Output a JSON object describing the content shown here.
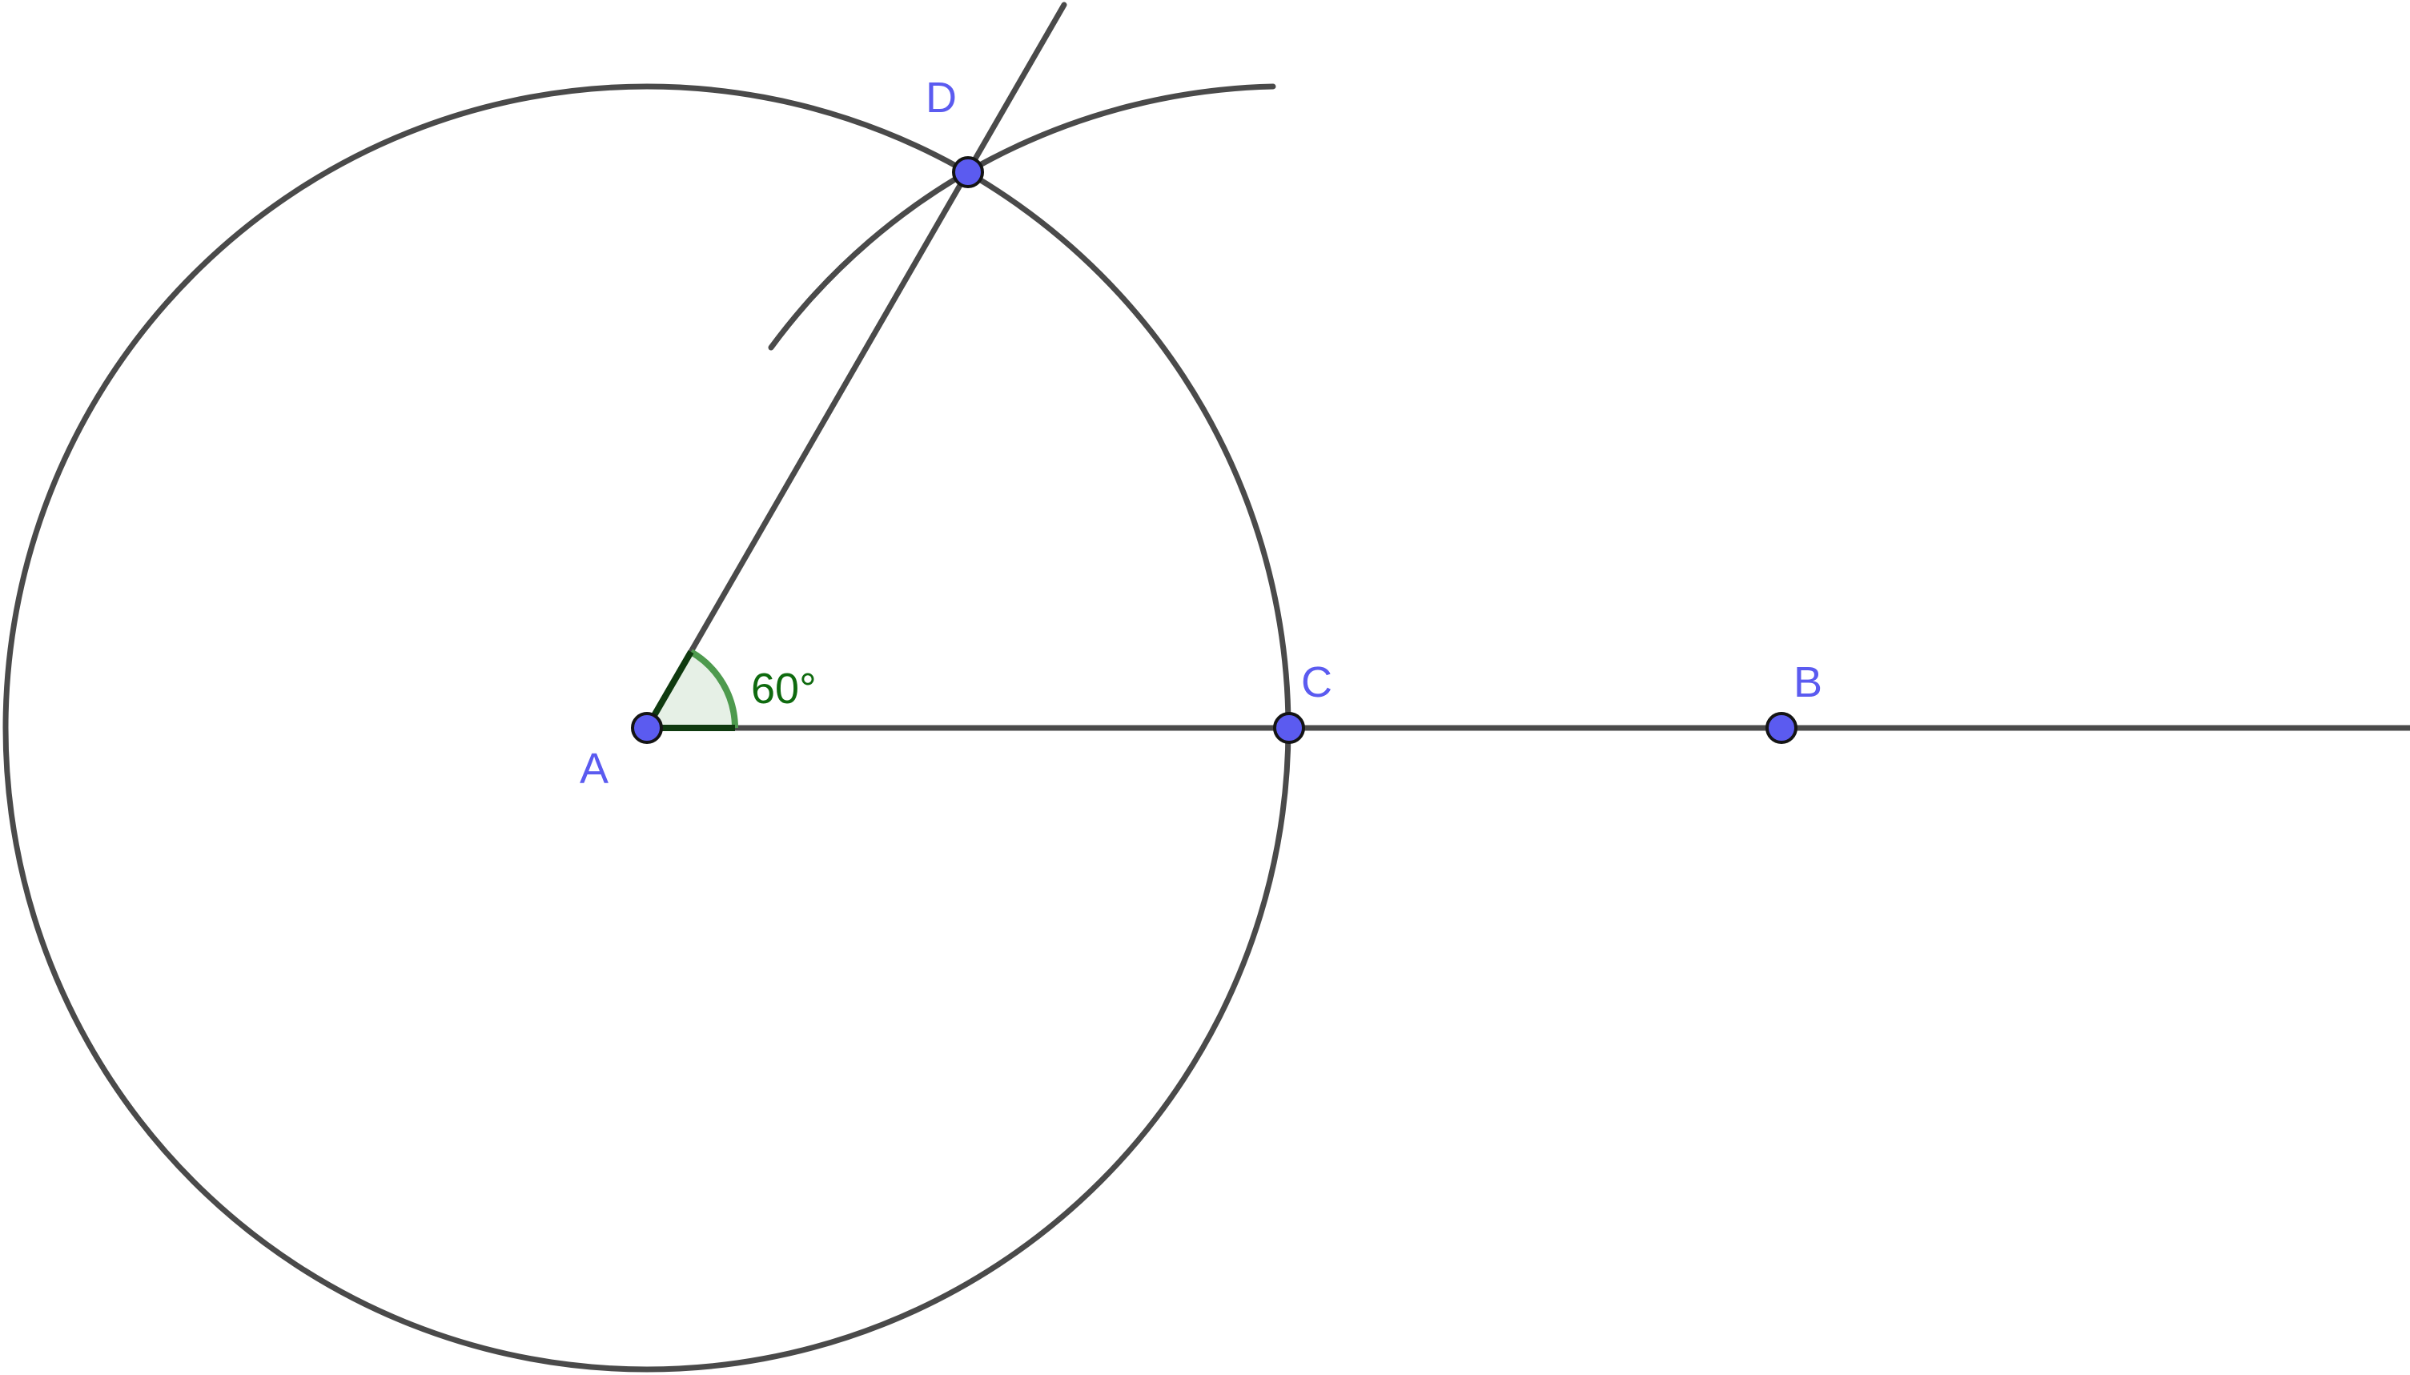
{
  "points": [
    {
      "id": "A",
      "label": "A"
    },
    {
      "id": "B",
      "label": "B"
    },
    {
      "id": "C",
      "label": "C"
    },
    {
      "id": "D",
      "label": "D"
    }
  ],
  "angle": {
    "vertex": "A",
    "from": "C",
    "to": "D",
    "measure_deg": 60,
    "label": "60°"
  },
  "colors": {
    "line": "#4a4a4a",
    "point_fill": "#5b5bf0",
    "point_label": "#5b5bf0",
    "angle_label": "#0f6a0f",
    "angle_arc": "#4e9a4e",
    "angle_fill": "#e6f0e6"
  }
}
